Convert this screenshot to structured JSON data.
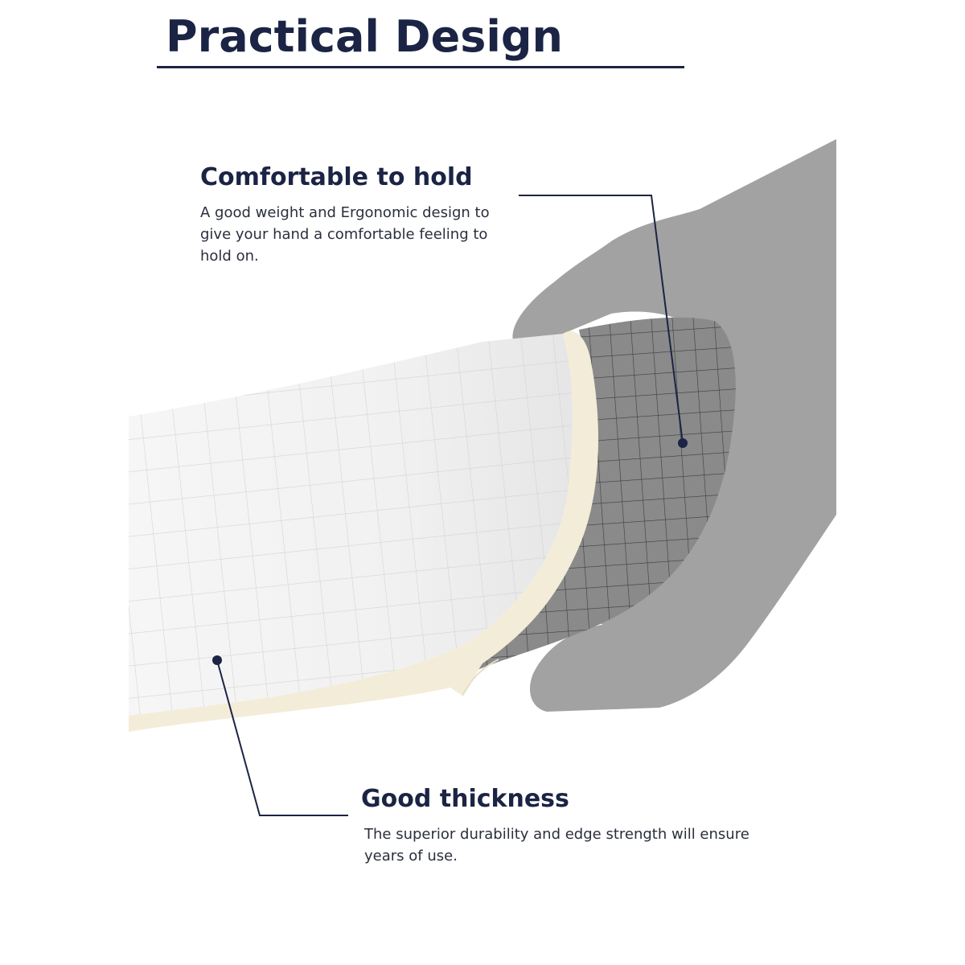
{
  "page": {
    "title": "Practical Design"
  },
  "callouts": [
    {
      "heading": "Comfortable to hold",
      "body": "A good weight and Ergonomic design to give your hand a comfortable feeling to hold on."
    },
    {
      "heading": "Good thickness",
      "body": "The superior durability and edge strength will ensure years of use."
    }
  ],
  "colors": {
    "heading": "#1b2444",
    "hand": "#a2a2a2",
    "board_top": "#f4f4f4",
    "board_edge": "#f3ecd9",
    "board_bottom_grid": "#b2b2b2"
  },
  "icons": [
    "hand-illustration",
    "cutting-board-illustration"
  ]
}
